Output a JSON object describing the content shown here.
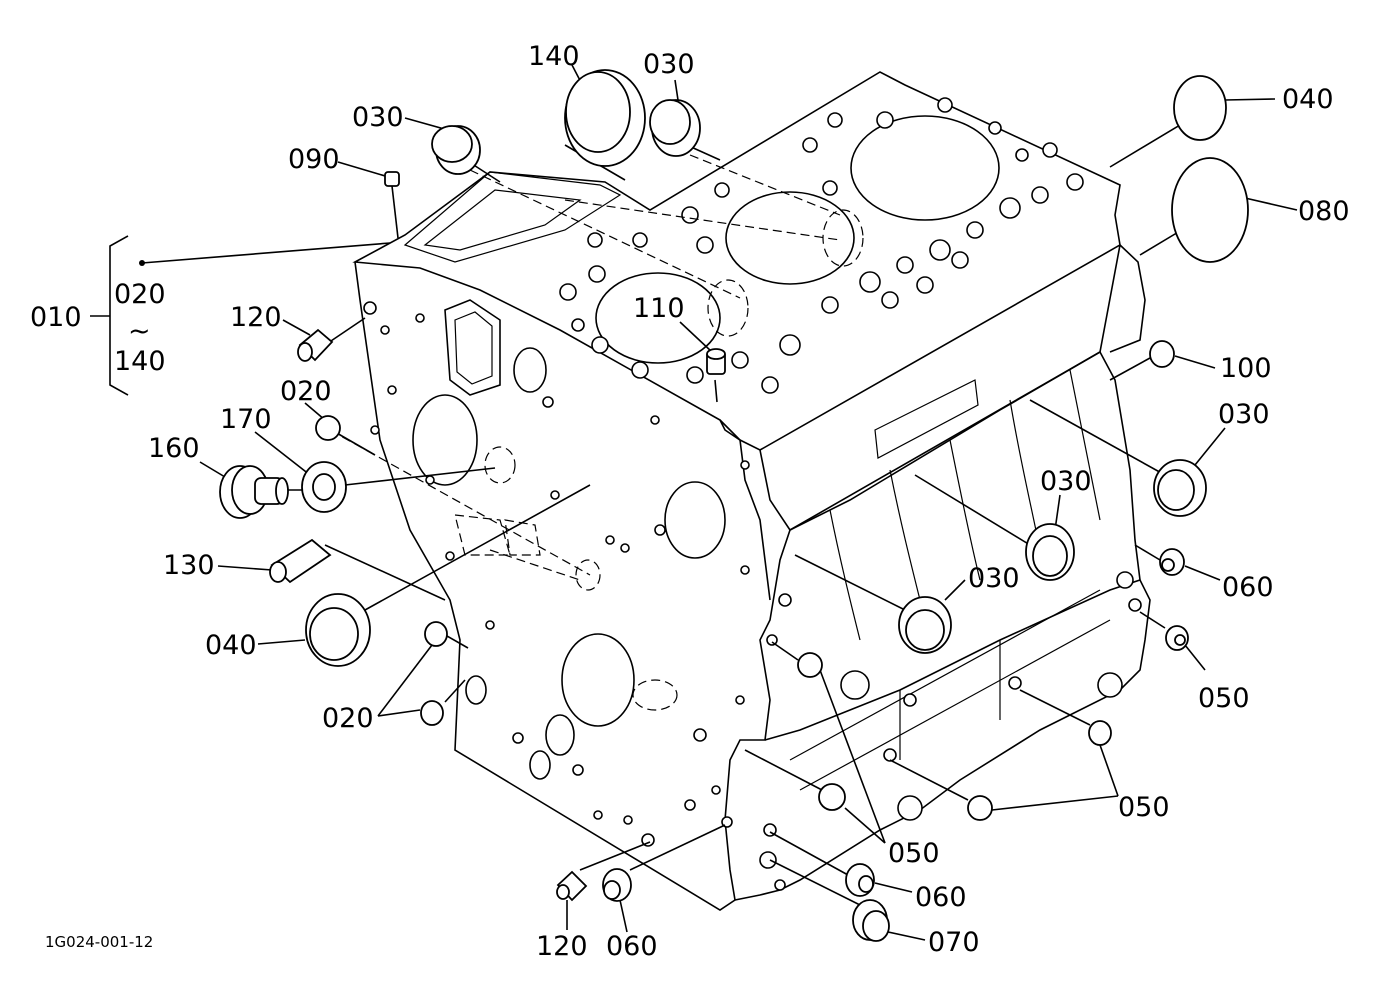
{
  "labels": {
    "l010": "010",
    "l020_range_top": "020",
    "l020_range_tilde": "~",
    "l020_range_bottom": "140",
    "l030_a": "030",
    "l030_b": "030",
    "l030_c": "030",
    "l030_d": "030",
    "l030_e": "030",
    "l040_a": "040",
    "l040_b": "040",
    "l050_a": "050",
    "l050_b": "050",
    "l050_c": "050",
    "l060_a": "060",
    "l060_b": "060",
    "l060_c": "060",
    "l070": "070",
    "l080": "080",
    "l090": "090",
    "l100": "100",
    "l110": "110",
    "l120_a": "120",
    "l120_b": "120",
    "l130": "130",
    "l140": "140",
    "l160": "160",
    "l170": "170",
    "l020_a": "020",
    "l020_b": "020"
  },
  "drawing_code": "1G024-001-12"
}
